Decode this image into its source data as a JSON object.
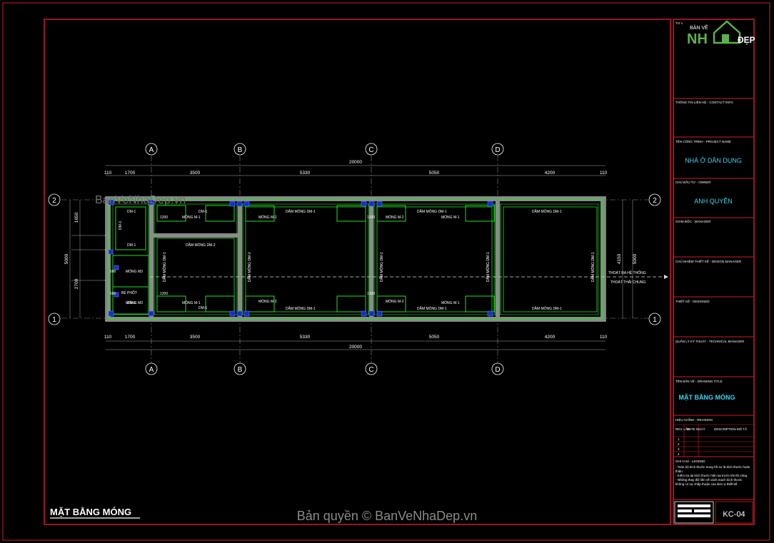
{
  "logo": {
    "line1": "BẢN VẼ",
    "brand_a": "NH",
    "brand_b": "ĐẸP"
  },
  "watermarks": {
    "top_left": "BanVeNhaDep.vn",
    "bottom": "Bản quyền © BanVeNhaDep.vn"
  },
  "drawing_title": "MẶT BẰNG MÓNG",
  "title_block": {
    "consultant_label": "TƯ VẤN",
    "contact_label": "THÔNG TIN LIÊN HỆ - CONTACT INFO",
    "project_label": "TÊN CÔNG TRÌNH - PROJECT NAME",
    "project_name": "NHÀ Ở DÂN DỤNG",
    "owner_label": "CHỦ ĐẦU TƯ - OWNER",
    "owner_name": "ANH QUYỀN",
    "manager_label": "GIÁM ĐỐC - MANAGER",
    "design_manager_label": "CHỦ NHIỆM THIẾT KẾ - DESIGN MANAGER",
    "designer_label": "THIẾT KẾ - DESIGNED",
    "technical_label": "QUẢN LÝ KỸ THUẬT - TECHNICAL MANAGER",
    "drawing_title_label": "TÊN BẢN VẼ - DRAWING TITLE",
    "drawing_title": "MẶT BẰNG MÓNG",
    "revision_label": "HIỆU CHỈNH - REVISION",
    "rev_headers": [
      "REV. LẦN",
      "DATE NGÀY",
      "DESCRIPTION MÔ TẢ"
    ],
    "rev_rows": [
      "1",
      "2",
      "3",
      "4"
    ],
    "notes_label": "GHI CHÚ - LEGEND",
    "notes": [
      "- Toàn bộ kích thước trong hồ sơ là kích thước hoàn",
      "thiện.",
      "- Kiểm tra lại kích thước hiện tại trước khi thi công.",
      "- Những thay đổi liên về cách mạch kích thước",
      "không có sự chấp thuận của đơn vị thiết kế."
    ],
    "sheet_no": "KC-04"
  },
  "grid": {
    "axes": [
      "A",
      "B",
      "C",
      "D"
    ],
    "rows": [
      "2",
      "1"
    ]
  },
  "dimensions": {
    "spans": [
      "110",
      "1700",
      "3500",
      "5330",
      "5050",
      "4200",
      "110"
    ],
    "total": "20000",
    "left": [
      "1650",
      "2700",
      "5000"
    ],
    "right": [
      "4150",
      "5000"
    ]
  },
  "labels": {
    "dam_1": "DẦM MÓNG DM-1",
    "dam_2": "DẦM MÓNG DM-2",
    "mong_1": "MÓNG M-1",
    "mong_2": "MÓNG M-2",
    "dm1": "DM-1",
    "mong_m3": "MÓNG M3",
    "be_phot": "BỂ PHỐT",
    "dim_1200": "1200",
    "dim_600": "600",
    "drain_1": "THOÁT RA HỆ THỐNG",
    "drain_2": "THOÁT THẢI CHUNG"
  }
}
